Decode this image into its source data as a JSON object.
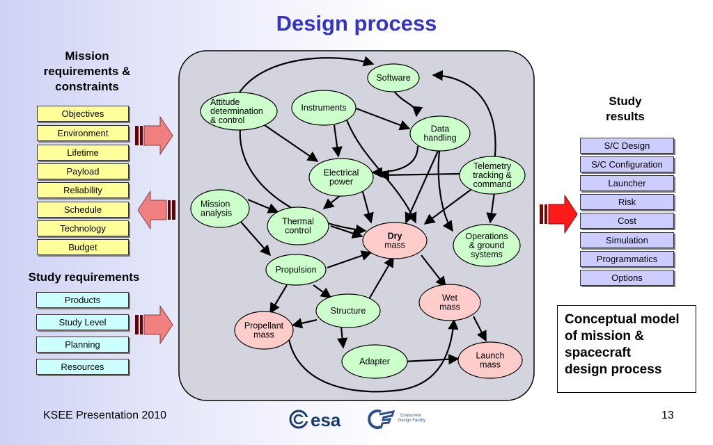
{
  "title": "Design process",
  "left": {
    "mission_heading": [
      "Mission",
      "requirements &",
      "constraints"
    ],
    "mission_items": [
      "Objectives",
      "Environment",
      "Lifetime",
      "Payload",
      "Reliability",
      "Schedule",
      "Technology",
      "Budget"
    ],
    "study_heading": "Study requirements",
    "study_items": [
      "Products",
      "Study Level",
      "Planning",
      "Resources"
    ]
  },
  "right": {
    "results_heading": [
      "Study",
      "results"
    ],
    "results_items": [
      "S/C Design",
      "S/C Configuration",
      "Launcher",
      "Risk",
      "Cost",
      "Simulation",
      "Programmatics",
      "Options"
    ],
    "concept_text": [
      "Conceptual model",
      "of mission &",
      "spacecraft",
      "design process"
    ]
  },
  "nodes": {
    "software": [
      "Software"
    ],
    "adc": [
      "Attitude",
      "determination",
      "& control"
    ],
    "instruments": [
      "Instruments"
    ],
    "data": [
      "Data",
      "handling"
    ],
    "power": [
      "Electrical",
      "power"
    ],
    "ttc": [
      "Telemetry",
      "tracking &",
      "command"
    ],
    "mission": [
      "Mission",
      "analysis"
    ],
    "thermal": [
      "Thermal",
      "control"
    ],
    "dry": [
      "Dry",
      "mass"
    ],
    "ops": [
      "Operations",
      "& ground",
      "systems"
    ],
    "propulsion": [
      "Propulsion"
    ],
    "wet": [
      "Wet",
      "mass"
    ],
    "structure": [
      "Structure"
    ],
    "propellant": [
      "Propellant",
      "mass"
    ],
    "adapter": [
      "Adapter"
    ],
    "launch": [
      "Launch",
      "mass"
    ]
  },
  "colors": {
    "green_node": "#ccffcc",
    "pink_node": "#ffcccc",
    "panel": "#d4d4de",
    "title": "#3333cc"
  },
  "footer": {
    "left": "KSEE Presentation 2010",
    "page": "13",
    "esa_logo": "esa",
    "cdf_logo_line1": "Concurrent",
    "cdf_logo_line2": "Design Facility"
  }
}
